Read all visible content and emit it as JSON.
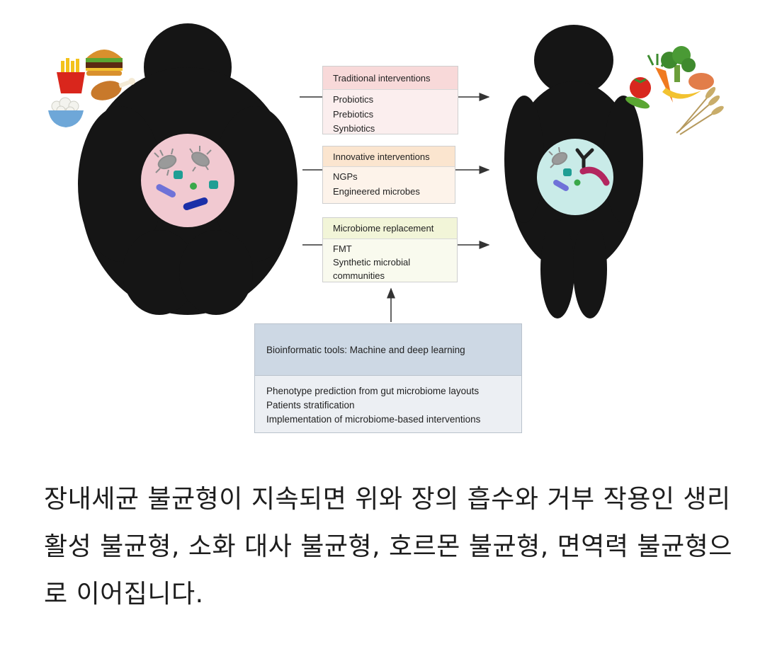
{
  "diagram": {
    "boxes": {
      "traditional": {
        "header": "Traditional interventions",
        "items": [
          "Probiotics",
          "Prebiotics",
          "Synbiotics"
        ]
      },
      "innovative": {
        "header": "Innovative interventions",
        "items": [
          "NGPs",
          "Engineered microbes"
        ]
      },
      "replacement": {
        "header": "Microbiome replacement",
        "items": [
          "FMT",
          "Synthetic microbial",
          "communities"
        ]
      },
      "bioinformatic": {
        "header": "Bioinformatic tools: Machine and deep learning",
        "items": [
          "Phenotype prediction from gut microbiome layouts",
          "Patients stratification",
          "Implementation of microbiome-based interventions"
        ]
      }
    },
    "colors": {
      "silhouette": "#151515",
      "obese_gut": "#f1c9d1",
      "lean_gut": "#c9ebe8",
      "arrow": "#333333"
    },
    "icons": [
      "junk-food-icon",
      "healthy-food-icon",
      "bacteria-icon"
    ]
  },
  "caption": {
    "text": "장내세균 불균형이 지속되면 위와 장의 흡수와 거부 작용인 생리 활성 불균형, 소화 대사 불균형, 호르몬 불균형, 면역력 불균형으로 이어집니다."
  }
}
